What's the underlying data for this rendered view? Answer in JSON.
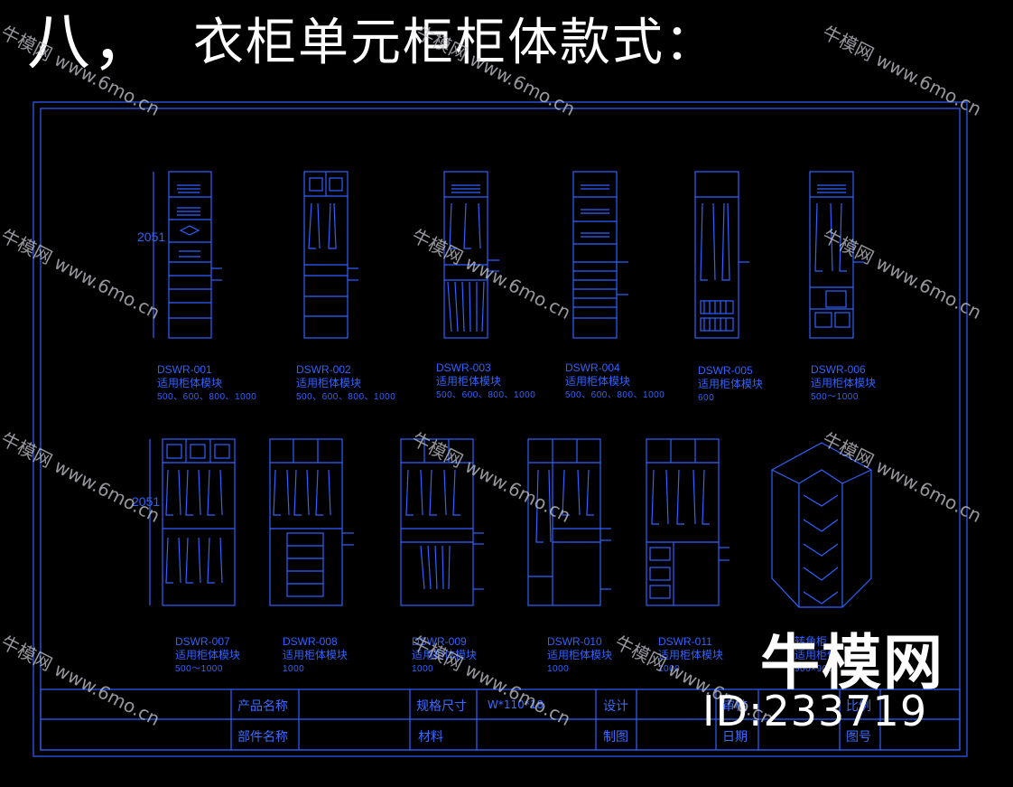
{
  "title": {
    "number": "八，",
    "text": "衣柜单元柜柜体款式："
  },
  "dimension_label": "2051",
  "dimension_label_2": "2051",
  "modules": [
    {
      "code": "DSWR-001",
      "desc": "适用柜体模块",
      "sizes": "500、600、800、1000"
    },
    {
      "code": "DSWR-002",
      "desc": "适用柜体模块",
      "sizes": "500、600、800、1000"
    },
    {
      "code": "DSWR-003",
      "desc": "适用柜体模块",
      "sizes": "500、600、800、1000"
    },
    {
      "code": "DSWR-004",
      "desc": "适用柜体模块",
      "sizes": "500、600、800、1000"
    },
    {
      "code": "DSWR-005",
      "desc": "适用柜体模块",
      "sizes": "600"
    },
    {
      "code": "DSWR-006",
      "desc": "适用柜体模块",
      "sizes": "500～1000"
    },
    {
      "code": "DSWR-007",
      "desc": "适用柜体模块",
      "sizes": "500～1000"
    },
    {
      "code": "DSWR-008",
      "desc": "适用柜体模块",
      "sizes": "1000"
    },
    {
      "code": "DSWR-009",
      "desc": "适用柜体模块",
      "sizes": "1000"
    },
    {
      "code": "DSWR-010",
      "desc": "适用柜体模块",
      "sizes": "1000"
    },
    {
      "code": "DSWR-011",
      "desc": "适用柜体模块",
      "sizes": "1000"
    }
  ],
  "corner_module": {
    "code": "转角柜",
    "desc": "适用柜体",
    "sizes": "900×900"
  },
  "title_block": {
    "product_name_label": "产品名称",
    "part_name_label": "部件名称",
    "spec_label": "规格尺寸",
    "spec_value": "W*110*18",
    "material_label": "材料",
    "design_label": "设计",
    "drawing_label": "制图",
    "review_label": "审核",
    "date_label": "日期",
    "scale_label": "比例",
    "drawing_no_label": "图号"
  },
  "watermark": {
    "brand": "牛模网",
    "url": "www.6mo.cn"
  },
  "brand_overlay": {
    "name": "牛模网",
    "id": "ID:233719"
  },
  "colors": {
    "line": "#2f62ff",
    "background": "#000000",
    "text_white": "#ffffff"
  }
}
